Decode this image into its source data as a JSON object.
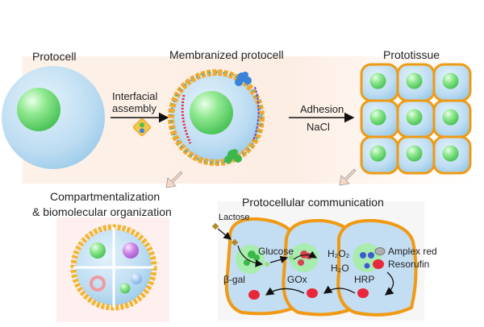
{
  "stages": {
    "protocell": "Protocell",
    "membranized": "Membranized protocell",
    "prototissue": "Prototissue"
  },
  "arrows": {
    "interfacial_line1": "Interfacial",
    "interfacial_line2": "assembly",
    "adhesion": "Adhesion",
    "nacl": "NaCl"
  },
  "bottom": {
    "compartment_line1": "Compartmentalization",
    "compartment_line2": "& biomolecular organization",
    "communication_title": "Protocellular communication"
  },
  "communication": {
    "lactose": "Lactose",
    "glucose": "Glucose",
    "beta_gal": "β-gal",
    "gox": "GOx",
    "h2o2": "H₂O₂",
    "h2o": "H₂O",
    "hrp": "HRP",
    "amplex_red": "Amplex red",
    "resorufin": "Resorufin"
  },
  "colors": {
    "cell_blue": "#bcdcf2",
    "nucleus_green": "#7ee08a",
    "membrane_orange": "#f0a020",
    "resorufin_red": "#e8283a",
    "hint_arrow": "#f7d8c4"
  }
}
